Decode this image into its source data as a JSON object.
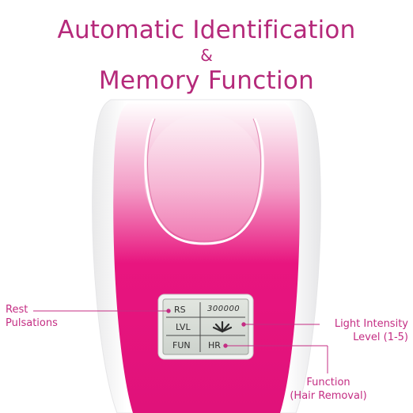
{
  "title": {
    "line1": "Automatic Identification",
    "ampersand": "&",
    "line2": "Memory Function"
  },
  "lcd": {
    "rest_code": "RS",
    "pulse_count": "300000",
    "level_code": "LVL",
    "function_code": "FUN",
    "function_value": "HR"
  },
  "callouts": {
    "rest": [
      "Rest",
      "Pulsations"
    ],
    "light_intensity": [
      "Light Intensity",
      "Level (1-5)"
    ],
    "function": [
      "Function",
      "(Hair Removal)"
    ]
  },
  "colors": {
    "brand_magenta": "#b5297a",
    "callout_magenta": "#c42d83",
    "device_pink": "#e8157f",
    "device_light_pink": "#f9d2e6",
    "lcd_background": "#d7dcd6"
  },
  "icons": {
    "intensity": "fan-intensity-icon"
  }
}
